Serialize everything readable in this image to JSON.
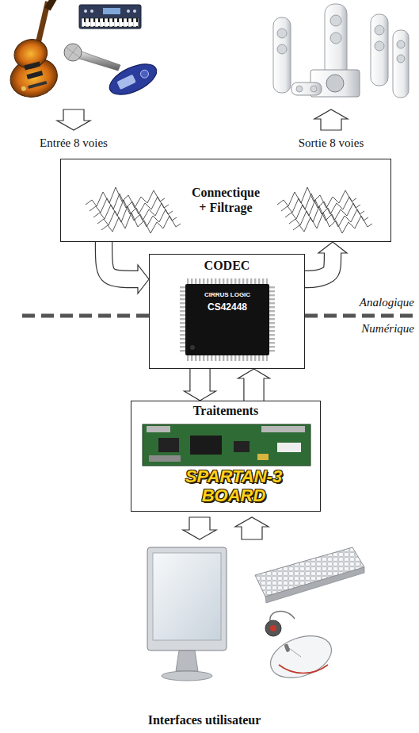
{
  "diagram": {
    "nodes": [
      {
        "text": [
          "Connectique + Filtrage"
        ]
      },
      {
        "text": [
          "CODEC"
        ]
      },
      {
        "text": [
          "Traitements"
        ]
      }
    ],
    "edges": [
      {
        "from": 0,
        "to": 1,
        "arrow": "to"
      },
      {
        "from": 1,
        "to": 0,
        "arrow": "to"
      },
      {
        "from": 1,
        "to": 2,
        "arrow": "to"
      },
      {
        "from": 2,
        "to": 1,
        "arrow": "to"
      }
    ],
    "labels": [
      "Entrée 8 voies",
      "Sortie 8 voies",
      "Analogique",
      "Numérique",
      "CIRRUS LOGIC",
      "CS42448",
      "SPARTAN-3 BOARD",
      "Interfaces utilisateur"
    ]
  }
}
